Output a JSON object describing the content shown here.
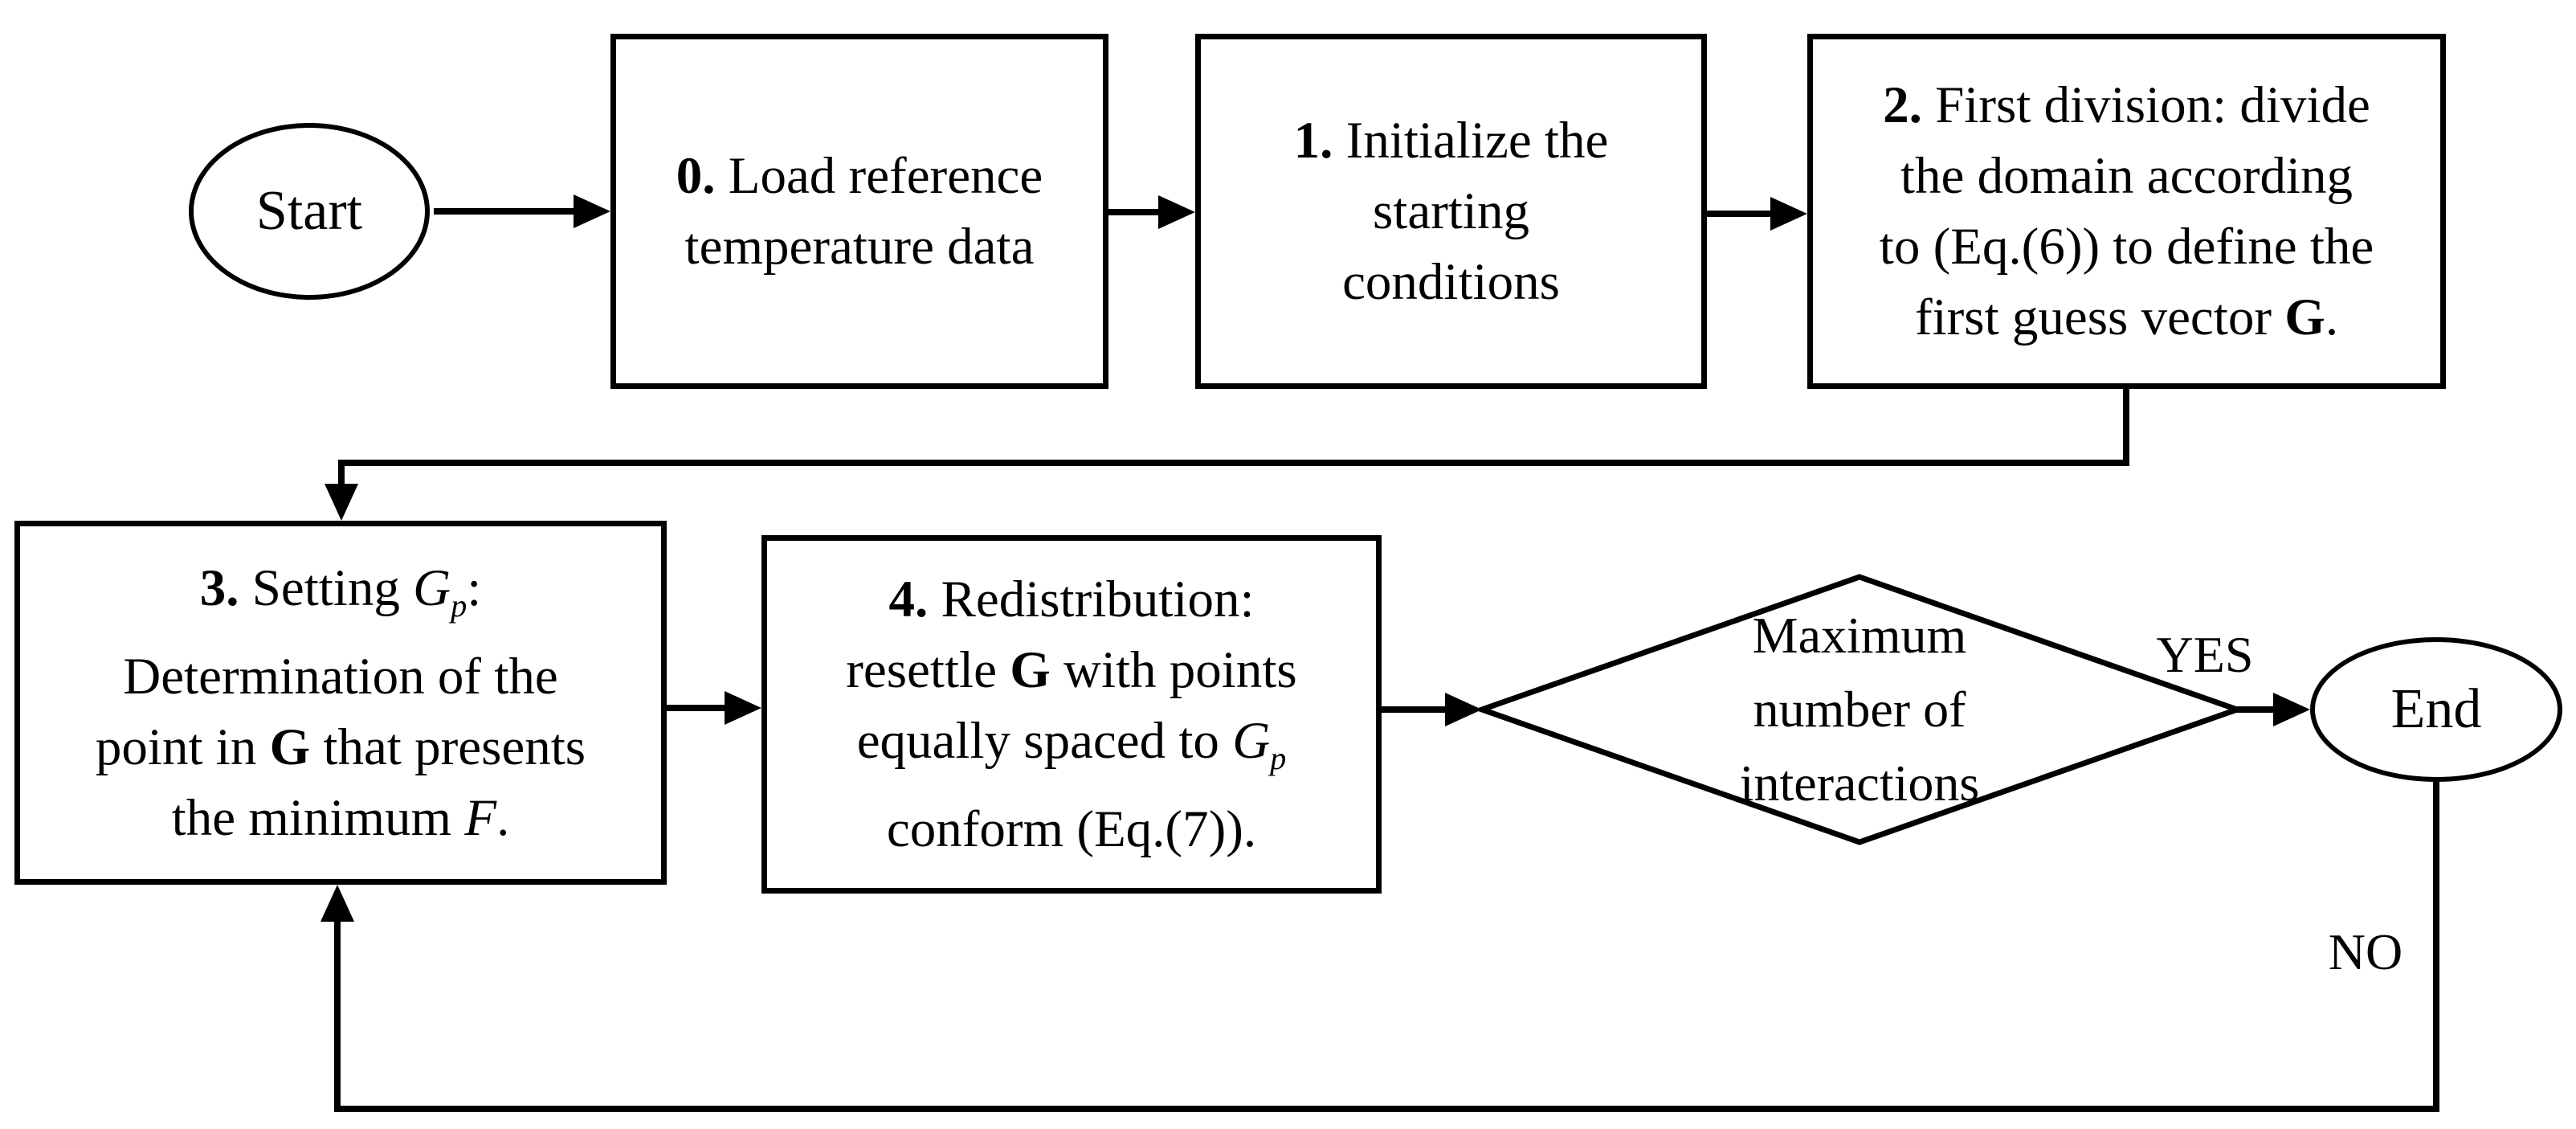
{
  "colors": {
    "ink": "#000000",
    "background": "#ffffff"
  },
  "terminals": {
    "start": "Start",
    "end": "End"
  },
  "branch_labels": {
    "yes": "YES",
    "no": "NO"
  },
  "decision": {
    "l1": "Maximum",
    "l2": "number of",
    "l3": "interactions"
  },
  "steps": {
    "s0": {
      "l1_num": "0.",
      "l1_rest": " Load reference",
      "l2": "temperature data"
    },
    "s1": {
      "l1_num": "1.",
      "l1_rest": " Initialize the",
      "l2": "starting",
      "l3": "conditions"
    },
    "s2": {
      "l1_num": "2.",
      "l1_rest": " First division: divide",
      "l2": "the domain according",
      "l3": "to (Eq.(6)) to define the",
      "l4_pre": "first guess vector ",
      "l4_G": "G",
      "l4_post": "."
    },
    "s3": {
      "l1_num": "3.",
      "l1_pre": " Setting ",
      "l1_G": "G",
      "l1_sub": "p",
      "l1_post": ":",
      "l2": "Determination of the",
      "l3_pre": "point in ",
      "l3_G": "G",
      "l3_post": " that presents",
      "l4_pre": "the minimum ",
      "l4_F": "F",
      "l4_post": "."
    },
    "s4": {
      "l1_num": "4.",
      "l1_rest": " Redistribution:",
      "l2_pre": "resettle ",
      "l2_G": "G",
      "l2_post": " with points",
      "l3_pre": "equally spaced to ",
      "l3_G": "G",
      "l3_sub": "p",
      "l4": "conform (Eq.(7))."
    }
  }
}
